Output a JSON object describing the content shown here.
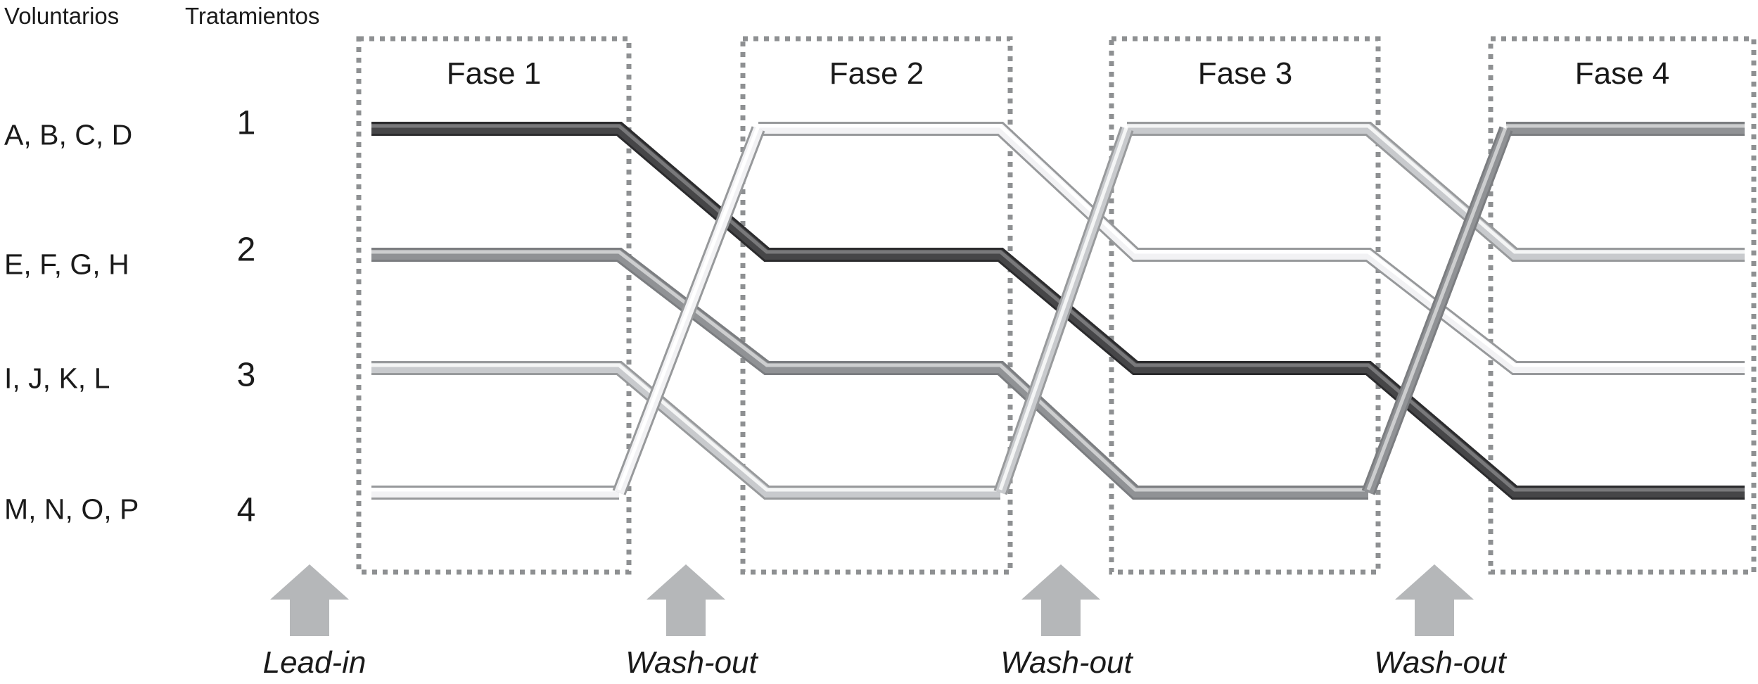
{
  "header": {
    "volunteers": "Voluntarios",
    "treatments": "Tratamientos"
  },
  "groups": [
    {
      "volunteers": "A, B, C, D",
      "treatment": "1",
      "shade": "dark",
      "rows_by_phase": [
        1,
        2,
        3,
        4
      ]
    },
    {
      "volunteers": "E, F, G, H",
      "treatment": "2",
      "shade": "medium",
      "rows_by_phase": [
        2,
        3,
        4,
        1
      ]
    },
    {
      "volunteers": "I, J, K, L",
      "treatment": "3",
      "shade": "light",
      "rows_by_phase": [
        3,
        4,
        1,
        2
      ]
    },
    {
      "volunteers": "M, N, O, P",
      "treatment": "4",
      "shade": "white",
      "rows_by_phase": [
        4,
        1,
        2,
        3
      ]
    }
  ],
  "phases": [
    {
      "label": "Fase 1"
    },
    {
      "label": "Fase 2"
    },
    {
      "label": "Fase 3"
    },
    {
      "label": "Fase 4"
    }
  ],
  "period_arrows": [
    {
      "label": "Lead-in"
    },
    {
      "label": "Wash-out"
    },
    {
      "label": "Wash-out"
    },
    {
      "label": "Wash-out"
    }
  ],
  "colors": {
    "box_border": "#8e9092",
    "arrow_fill": "#b5b7b9",
    "text": "#1a1a1a",
    "shades": {
      "dark": {
        "edge": "#2b2b2d",
        "core": "#464648",
        "highlight": "rgba(255,255,255,0.28)"
      },
      "medium": {
        "edge": "#7b7d80",
        "core": "#909295",
        "highlight": "rgba(255,255,255,0.55)"
      },
      "light": {
        "edge": "#989a9c",
        "core": "#c8cacd",
        "highlight": "rgba(255,255,255,0.80)"
      },
      "white": {
        "edge": "#97999b",
        "core": "#f2f2f4",
        "highlight": "#ffffff"
      }
    }
  }
}
